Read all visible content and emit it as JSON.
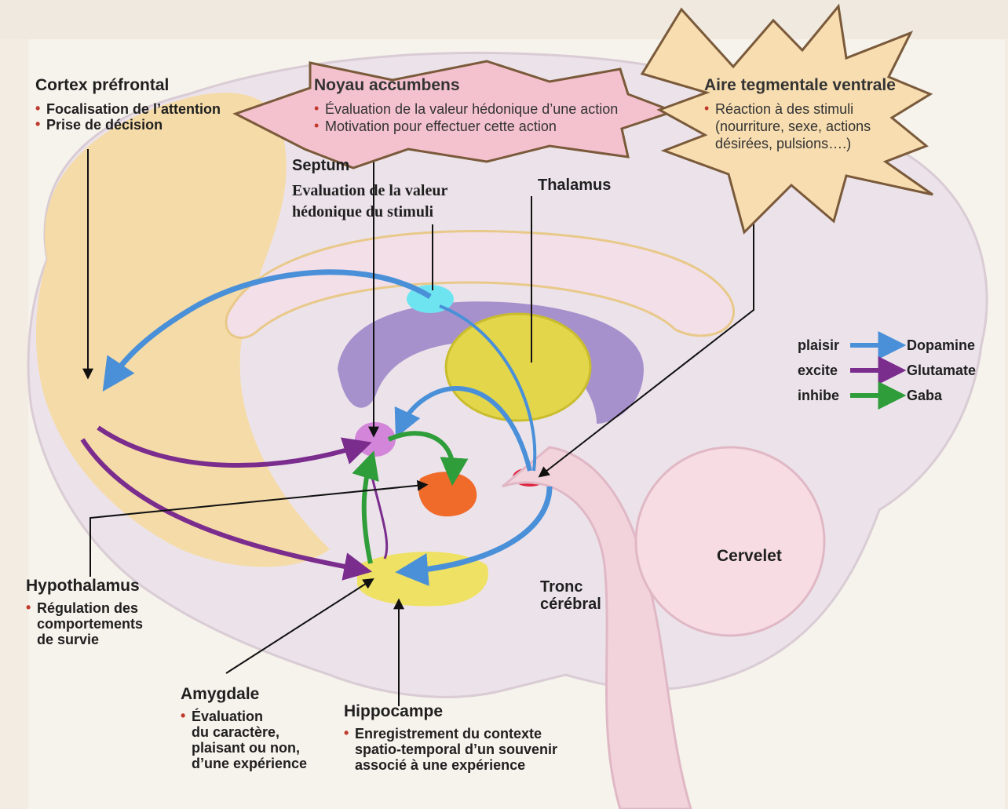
{
  "labels": {
    "cortex": {
      "title": "Cortex préfrontal",
      "items": [
        "Focalisation de l’attention",
        "Prise de décision"
      ]
    },
    "accumbens": {
      "title": "Noyau accumbens",
      "items": [
        "Évaluation de la valeur hédonique d’une action",
        "Motivation pour effectuer cette action"
      ]
    },
    "atv": {
      "title": "Aire tegmentale ventrale",
      "items": [
        "Réaction à des stimuli"
      ],
      "extra": [
        "(nourriture, sexe, actions",
        "désirées, pulsions….)"
      ]
    },
    "septum": {
      "title": "Septum",
      "lines": [
        "Evaluation de la valeur",
        "hédonique du stimuli"
      ]
    },
    "thalamus": {
      "title": "Thalamus"
    },
    "hypothalamus": {
      "title": "Hypothalamus",
      "items": [
        "Régulation des",
        "comportements",
        "de survie"
      ]
    },
    "amygdale": {
      "title": "Amygdale",
      "items": [
        "Évaluation",
        "du caractère,",
        "plaisant ou non,",
        "d’une expérience"
      ]
    },
    "hippocampe": {
      "title": "Hippocampe",
      "items": [
        "Enregistrement du contexte",
        "spatio-temporal d’un souvenir",
        "associé à une expérience"
      ]
    },
    "tronc": {
      "lines": [
        "Tronc",
        "cérébral"
      ]
    },
    "cervelet": {
      "title": "Cervelet"
    }
  },
  "legend": [
    {
      "left": "plaisir",
      "right": "Dopamine",
      "color": "#4a90d9"
    },
    {
      "left": "excite",
      "right": "Glutamate",
      "color": "#7b2d8e"
    },
    {
      "left": "inhibe",
      "right": "Gaba",
      "color": "#2e9d3a"
    }
  ],
  "colors": {
    "dopamine": "#4a90d9",
    "glutamate": "#7b2d8e",
    "gaba": "#2e9d3a"
  }
}
